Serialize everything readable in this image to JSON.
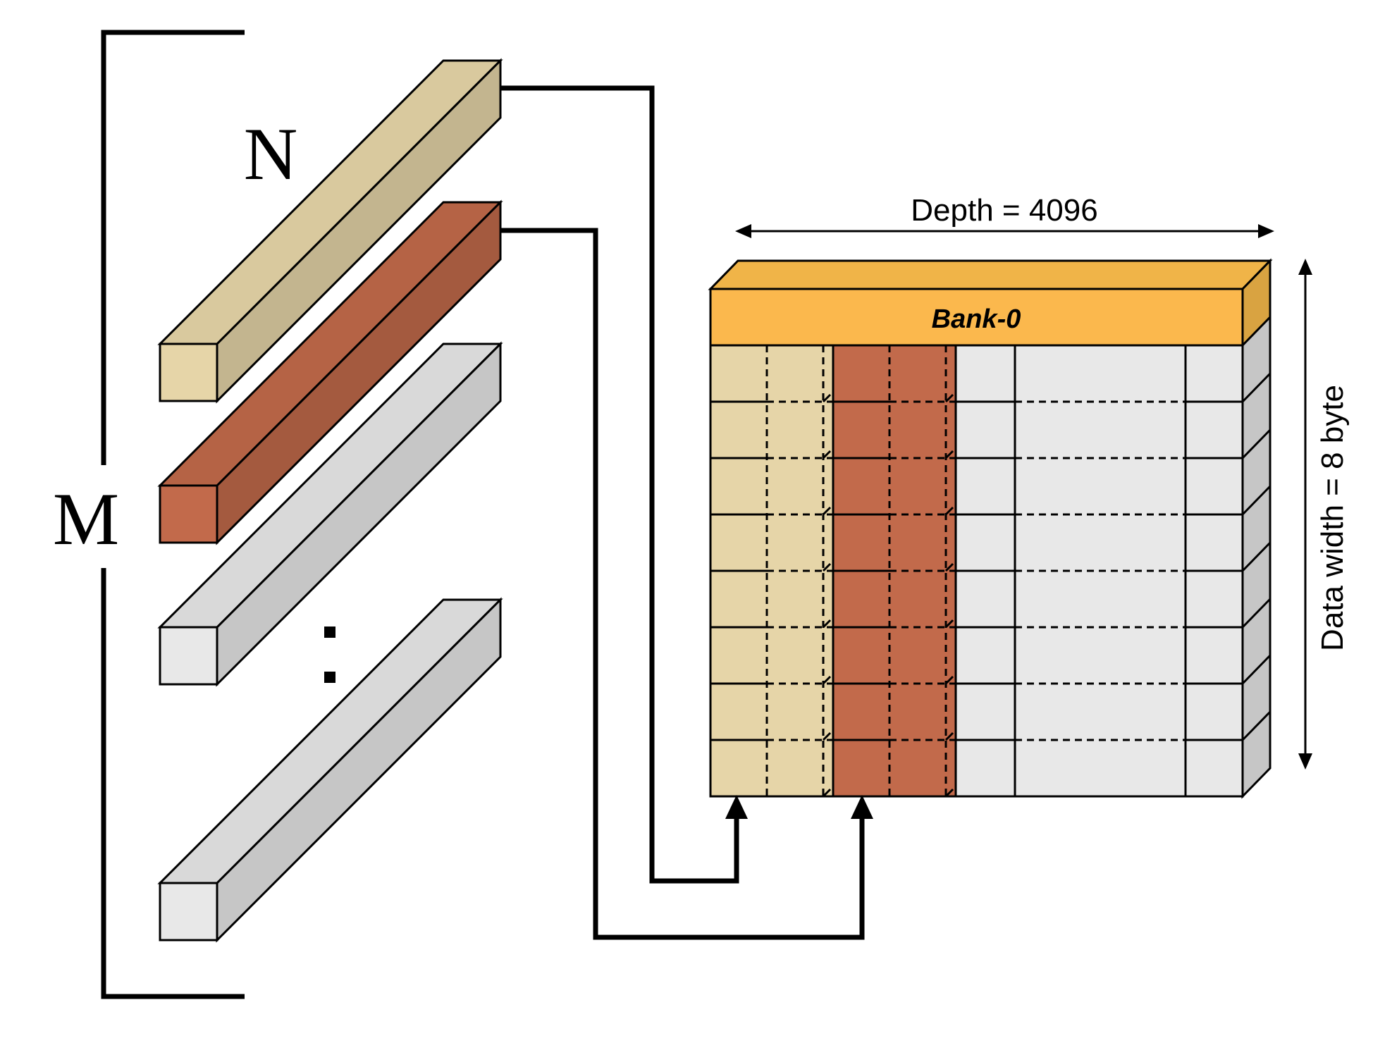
{
  "labels": {
    "n": "N",
    "m": "M",
    "depth": "Depth = 4096",
    "bank": "Bank-0",
    "data_width": "Data width = 8 byte",
    "ellipsis_dots": ":"
  },
  "colors": {
    "tan_front": "#e6d5a8",
    "tan_top": "#d9c99e",
    "tan_side": "#c3b58f",
    "rust_front": "#c26a4b",
    "rust_top": "#b56345",
    "rust_side": "#a45a3f",
    "gray_front": "#e8e8e8",
    "gray_top": "#d9d9d9",
    "gray_side": "#c6c6c6",
    "bank_front": "#fbb84d",
    "bank_top": "#f0b448",
    "bank_side": "#d9a341"
  },
  "memory": {
    "rows": 8
  }
}
